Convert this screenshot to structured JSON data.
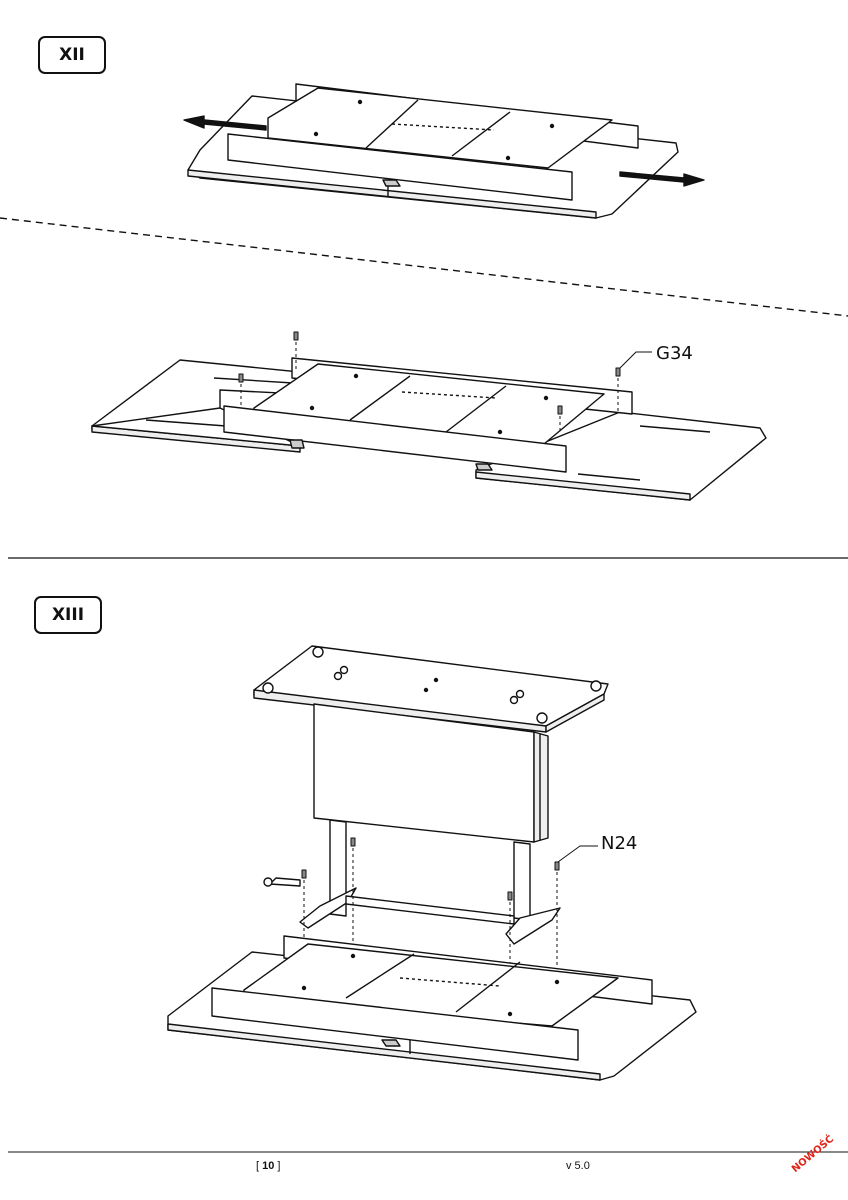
{
  "steps": {
    "xii": {
      "label": "XII"
    },
    "xiii": {
      "label": "XIII"
    }
  },
  "parts": {
    "g34": "G34",
    "n24": "N24"
  },
  "footer": {
    "page_open": "[ ",
    "page_number": "10",
    "page_close": " ]",
    "version": "v 5.0"
  },
  "stamp": "NOWOŚĆ"
}
